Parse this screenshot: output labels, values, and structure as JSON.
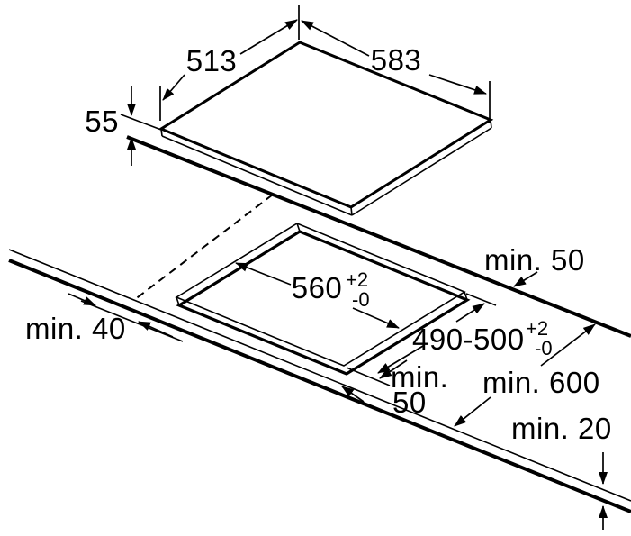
{
  "diagram": {
    "type": "installation-drawing",
    "subject": "built-in cooktop with worktop cutout",
    "colors": {
      "line": "#000000",
      "background": "#ffffff"
    },
    "labels": {
      "hob_width": "583",
      "hob_depth": "513",
      "hob_height": "55",
      "cutout_width": "560",
      "cutout_width_tol_sup": "+2",
      "cutout_width_tol_sub": "-0",
      "cutout_depth": "490-500",
      "cutout_depth_tol_sup": "+2",
      "cutout_depth_tol_sub": "-0",
      "rear_clearance": "min. 50",
      "side_clearance": "min. 40",
      "front_clearance_line1": "min.",
      "front_clearance_line2": "50",
      "worktop_depth": "min. 600",
      "front_edge_gap": "min. 20"
    }
  }
}
